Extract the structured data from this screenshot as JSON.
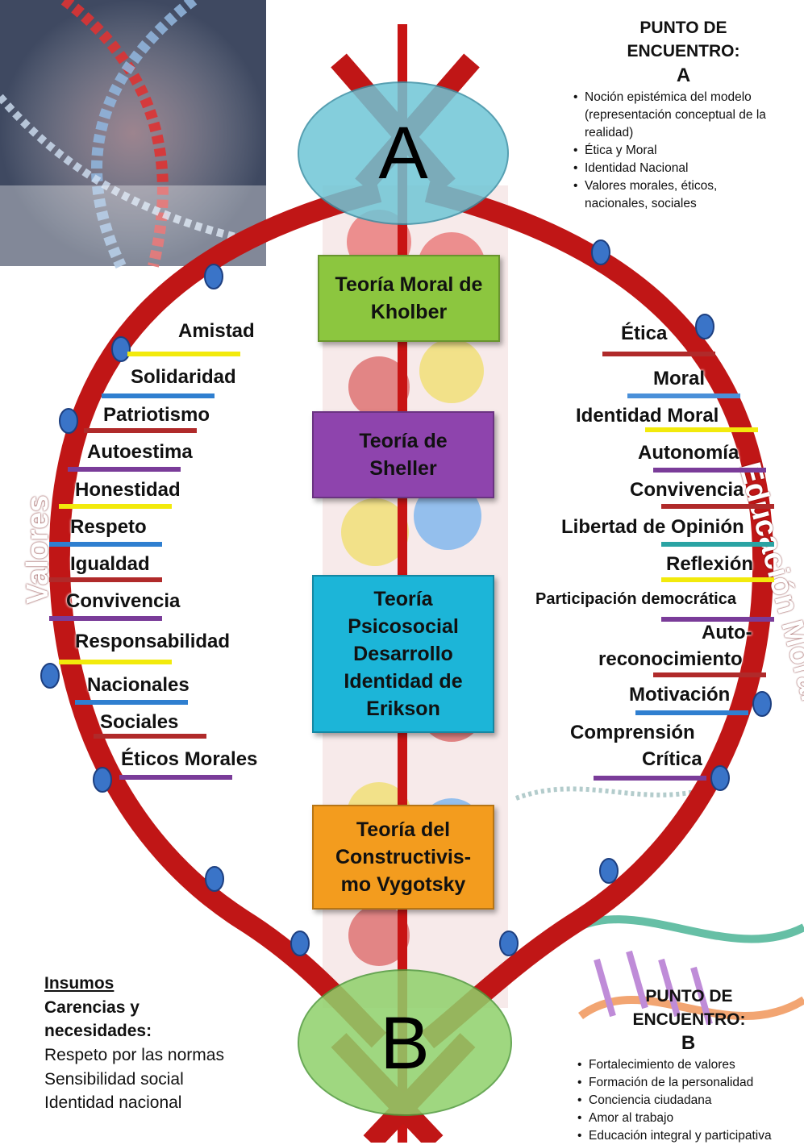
{
  "top_point": {
    "title_line1": "PUNTO DE",
    "title_line2": "ENCUENTRO:",
    "letter": "A",
    "bullets": [
      "Noción epistémica del modelo",
      "(representación conceptual de la",
      "realidad)",
      "Ética y Moral",
      "Identidad Nacional",
      "Valores morales, éticos,",
      "nacionales, sociales"
    ]
  },
  "bottom_point": {
    "title_line1": "PUNTO DE",
    "title_line2": "ENCUENTRO:",
    "letter": "B",
    "bullets": [
      "Fortalecimiento de valores",
      "Formación de la personalidad",
      "Conciencia ciudadana",
      "Amor al trabajo",
      "Educación integral y participativa"
    ]
  },
  "node_a_letter": "A",
  "node_b_letter": "B",
  "left_strand_label": "Valores",
  "right_strand_label": "Educación Moral",
  "theories": [
    {
      "line1": "Teoría Moral de",
      "line2": "Kholber",
      "color": "#8cc63f"
    },
    {
      "line1": "Teoría de",
      "line2": "Sheller",
      "color": "#8e44ad"
    },
    {
      "line1": "Teoría",
      "line2": "Psicosocial",
      "line3": "Desarrollo",
      "line4": "Identidad de",
      "line5": "Erikson",
      "color": "#1cb5d8"
    },
    {
      "line1": "Teoría del",
      "line2": "Constructivis-",
      "line3": "mo Vygotsky",
      "color": "#f39c1e"
    }
  ],
  "valores": [
    {
      "label": "Amistad",
      "color": "#f2ea0c"
    },
    {
      "label": "Solidaridad",
      "color": "#2f7fd0"
    },
    {
      "label": "Patriotismo",
      "color": "#b02a2a"
    },
    {
      "label": "Autoestima",
      "color": "#7a3c99"
    },
    {
      "label": "Honestidad",
      "color": "#f2ea0c"
    },
    {
      "label": "Respeto",
      "color": "#2f7fd0"
    },
    {
      "label": "Igualdad",
      "color": "#b02a2a"
    },
    {
      "label": "Convivencia",
      "color": "#7a3c99"
    },
    {
      "label": "Responsabilidad",
      "color": "#f2ea0c"
    },
    {
      "label": "Nacionales",
      "color": "#2f7fd0"
    },
    {
      "label": "Sociales",
      "color": "#b02a2a"
    },
    {
      "label": "Éticos Morales",
      "color": "#7a3c99"
    }
  ],
  "educacion": [
    {
      "label": "Ética",
      "color": "#b02a2a"
    },
    {
      "label": "Moral",
      "color": "#4a90d9"
    },
    {
      "label": "Identidad Moral",
      "color": "#f2ea0c"
    },
    {
      "label": "Autonomía",
      "color": "#7a3c99"
    },
    {
      "label": "Convivencia",
      "color": "#b02a2a"
    },
    {
      "label": "Libertad de Opinión",
      "color": "#2aa3a3"
    },
    {
      "label": "Reflexión",
      "color": "#f2ea0c"
    },
    {
      "label": "Participación democrática",
      "color": "#7a3c99"
    },
    {
      "label": "Auto-",
      "label2": "reconocimiento",
      "color": "#b02a2a"
    },
    {
      "label": "Motivación",
      "color": "#2f7fd0"
    },
    {
      "label": "Comprensión",
      "label2": "Crítica",
      "color": "#7a3c99"
    }
  ],
  "insumos": {
    "heading": "Insumos",
    "subheading1": "Carencias y",
    "subheading2": "necesidades:",
    "items": [
      "Respeto por las normas",
      "Sensibilidad social",
      "Identidad nacional"
    ]
  },
  "colors": {
    "strand_red": "#d11a1a",
    "node_a": "#6fc6d6",
    "node_b": "#8fd16a",
    "dot_blue": "#3a74c8"
  }
}
